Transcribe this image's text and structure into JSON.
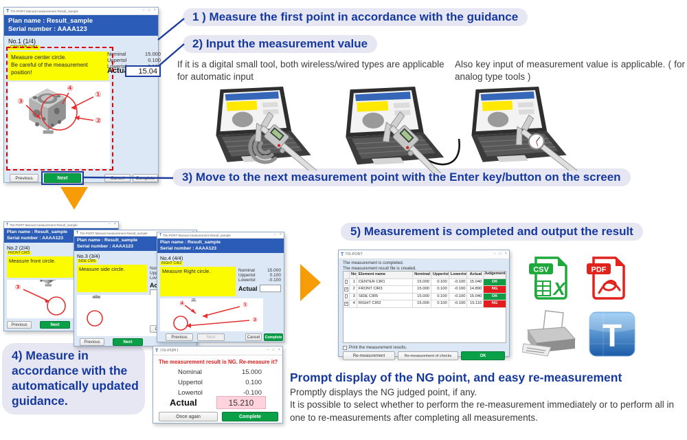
{
  "app": {
    "window_title": "TIS-PORT Manual measurement Result_sample",
    "dialog_title": "TIS-PORT",
    "plan_name": "Plan name : Result_sample",
    "serial_number": "Serial number : AAAA123"
  },
  "chrome": {
    "min": "–",
    "max": "□",
    "close": "×"
  },
  "field_labels": {
    "nominal": "Nominal",
    "uppertol": "Uppertol",
    "lowertol": "Lowertol",
    "actual": "Actual"
  },
  "ann": {
    "c1": "①",
    "c2": "②",
    "c3": "③",
    "c4": "④"
  },
  "steps": {
    "step1": "1 ) Measure the first point in accordance with the guidance",
    "step2": "2) Input the measurement value",
    "step3": "3) Move to the next measurement point with the Enter key/button on the screen",
    "step4": "4) Measure in accordance with the automatically updated guidance.",
    "step5": "5) Measurement is completed and output the result"
  },
  "input_notes": {
    "digital": "If it is a digital small tool, both wireless/wired types are applicable for automatic input",
    "analog": "Also key input of measurement value is applicable. ( for analog type tools )"
  },
  "main_window": {
    "step_no": "No.1 (1/4)",
    "element_tag": "CENTER CIR1",
    "guidance1": "Measure center circle.",
    "guidance2": "Be careful of the measurement position!",
    "nominal": "15.000",
    "uppertol": "0.100",
    "lowertol": "-0.100",
    "actual": "15.04",
    "btn_previous": "Previous",
    "btn_next": "Next",
    "btn_cancel": "Cancel",
    "btn_complete": "Complete"
  },
  "cascade_windows": [
    {
      "step_no": "No.2 (2/4)",
      "element_tag": "FRONT CIR3",
      "guidance": "Measure front circle.",
      "btn_previous": "Previous",
      "btn_next": "Next"
    },
    {
      "step_no": "No.3 (3/4)",
      "element_tag": "SIDE CIR5",
      "guidance": "Measure side circle.",
      "btn_previous": "Previous",
      "btn_next": "Next",
      "btn_cancel": "Cancel"
    },
    {
      "step_no": "No.4 (4/4)",
      "element_tag": "RIGHT CIR2",
      "guidance": "Measure Right circle.",
      "nominal": "15.000",
      "uppertol": "0.100",
      "lowertol": "-0.100",
      "actual": "",
      "btn_previous": "Previous",
      "btn_next": "Next",
      "btn_cancel": "Cancel",
      "btn_complete": "Complete"
    }
  ],
  "ng_dialog": {
    "message": "The measurement result is NG. Re-measure it?",
    "nominal": "15.000",
    "uppertol": "0.100",
    "lowertol": "-0.100",
    "actual": "15.210",
    "btn_once_again": "Once again",
    "btn_complete": "Complete"
  },
  "result_window": {
    "msg1": "The measurement is completed.",
    "msg2": "The measurement result file is created.",
    "col_no": "No",
    "col_name": "Element name",
    "col_nominal": "Nominal",
    "col_uppertol": "Uppertol",
    "col_lowertol": "Lowertol",
    "col_actual": "Actual",
    "col_judgement": "Judgement",
    "rows": [
      {
        "check": "",
        "no": "1",
        "name": "CENTER CIR1",
        "nominal": "15.000",
        "uppertol": "0.100",
        "lowertol": "-0.100",
        "actual": "15.040",
        "judgement": "OK"
      },
      {
        "check": "✓",
        "no": "2",
        "name": "FRONT CIR3",
        "nominal": "15.000",
        "uppertol": "0.100",
        "lowertol": "-0.100",
        "actual": "14.890",
        "judgement": "NG"
      },
      {
        "check": "",
        "no": "3",
        "name": "SIDE CIR5",
        "nominal": "15.000",
        "uppertol": "0.100",
        "lowertol": "-0.100",
        "actual": "15.040",
        "judgement": "OK"
      },
      {
        "check": "✓",
        "no": "4",
        "name": "RIGHT CIR2",
        "nominal": "15.000",
        "uppertol": "0.100",
        "lowertol": "-0.100",
        "actual": "15.110",
        "judgement": "NG"
      }
    ],
    "print_label": "Print the measurement results.",
    "btn_remeasure": "Re-measurement",
    "btn_remeasure_checks": "Re-measurement of checks",
    "btn_ok": "OK"
  },
  "summary": {
    "heading": "Prompt display of the NG point, and easy re-measurement",
    "line1": "Promptly displays the NG judged point, if any.",
    "line2": "It is possible to select whether to perform the re-measurement immediately or to perform all in one to re-measurements after completing all measurements."
  },
  "icons": {
    "csv": "CSV",
    "pdf": "PDF",
    "x": "X",
    "t": "T"
  },
  "colors": {
    "header_blue": "#2b5cb8",
    "bubble_text": "#16399e",
    "ok_green": "#129a44",
    "ng_red": "#e11d1d",
    "accent_orange": "#f59c06",
    "highlight_yellow": "#fcfc00",
    "ng_pink": "#ffd2de"
  }
}
